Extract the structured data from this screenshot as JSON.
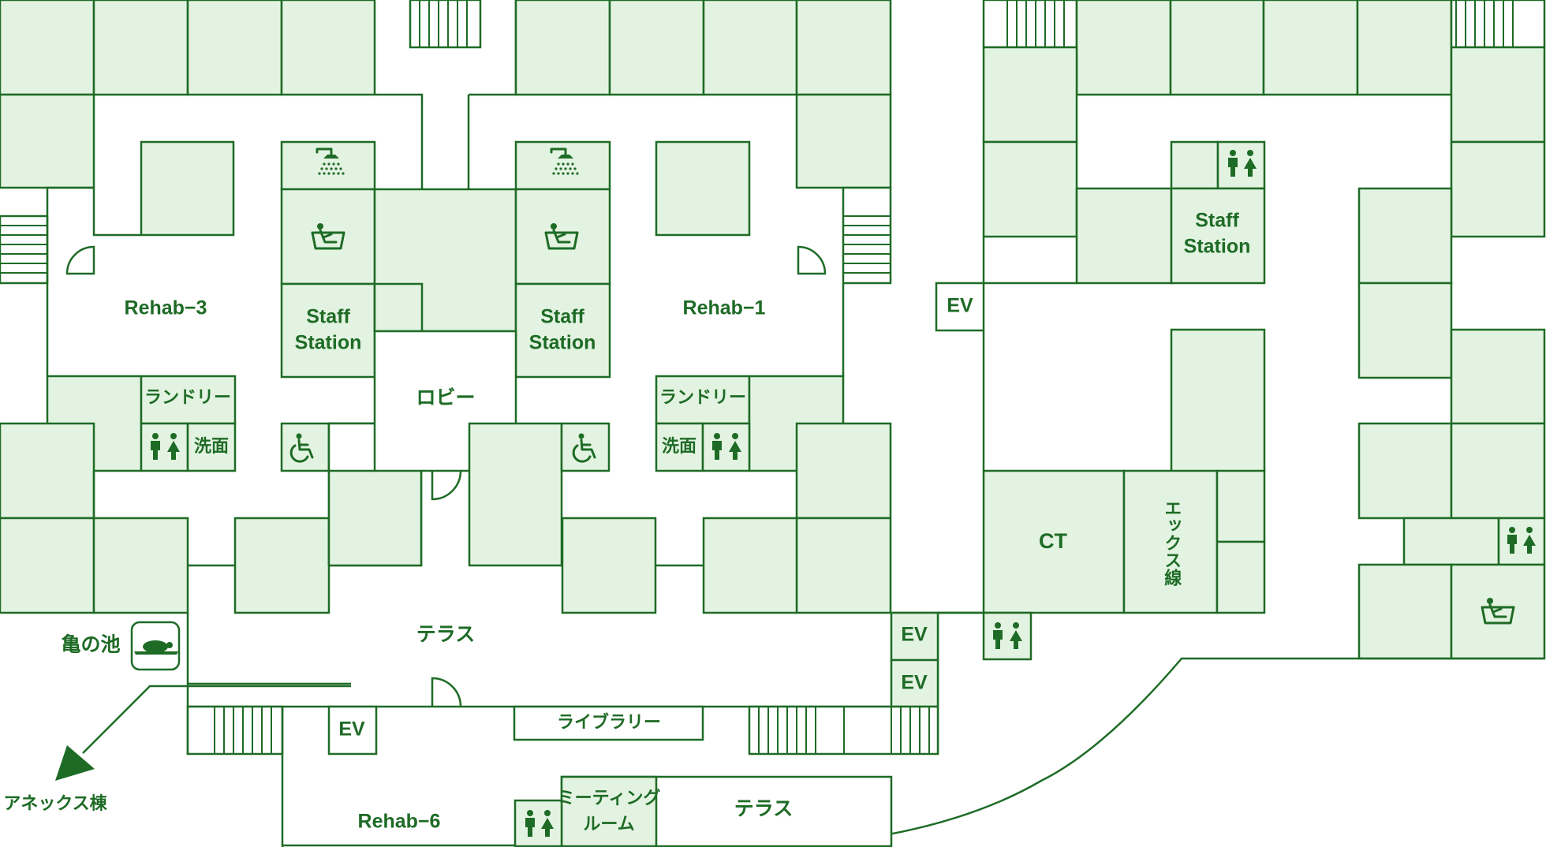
{
  "floor_plan": {
    "rooms": {
      "rehab3": "Rehab−3",
      "rehab1": "Rehab−1",
      "rehab6": "Rehab−6",
      "staff_station_left_1": "Staff",
      "staff_station_left_2": "Station",
      "staff_station_mid_1": "Staff",
      "staff_station_mid_2": "Station",
      "staff_station_right_1": "Staff",
      "staff_station_right_2": "Station",
      "lobby": "ロビー",
      "laundry_left": "ランドリー",
      "laundry_right": "ランドリー",
      "washroom_left": "洗面",
      "washroom_right": "洗面",
      "ct": "CT",
      "xray": "エックス線",
      "terrace_main": "テラス",
      "terrace_bottom": "テラス",
      "library": "ライブラリー",
      "meeting_room_1": "ミーティング",
      "meeting_room_2": "ルーム",
      "turtle_pond": "亀の池",
      "annex": "アネックス棟"
    },
    "elevators": {
      "ev_center": "EV",
      "ev_terrace_1": "EV",
      "ev_terrace_2": "EV",
      "ev_bottom": "EV"
    },
    "icons": [
      "shower-icon",
      "bath-icon",
      "toilet-icon",
      "wheelchair-icon",
      "turtle-icon",
      "direction-arrow-icon"
    ],
    "colors": {
      "line": "#1e6b26",
      "room_fill": "#e3f3e1",
      "background": "#ffffff"
    }
  }
}
